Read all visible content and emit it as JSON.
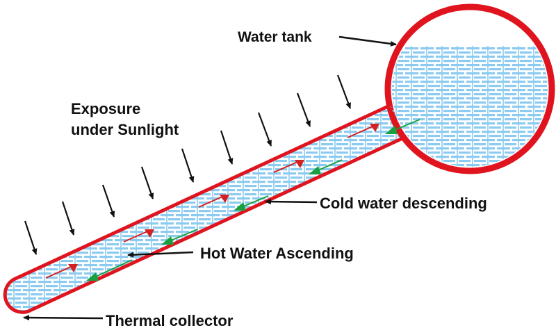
{
  "labels": {
    "water_tank": "Water tank",
    "exposure_line1": "Exposure",
    "exposure_line2": "under Sunlight",
    "cold_water": "Cold water descending",
    "hot_water": "Hot Water Ascending",
    "collector": "Thermal collector"
  },
  "colors": {
    "outline": "#e0141e",
    "water_pattern": "#8ccbf0",
    "hot_arrow": "#d42020",
    "cold_arrow": "#18a040",
    "label_arrow": "#111111"
  },
  "icons": {
    "sun_ray": "arrow-down-right-icon",
    "hot_flow": "arrow-up-right-red-icon",
    "cold_flow": "arrow-down-left-green-icon"
  }
}
